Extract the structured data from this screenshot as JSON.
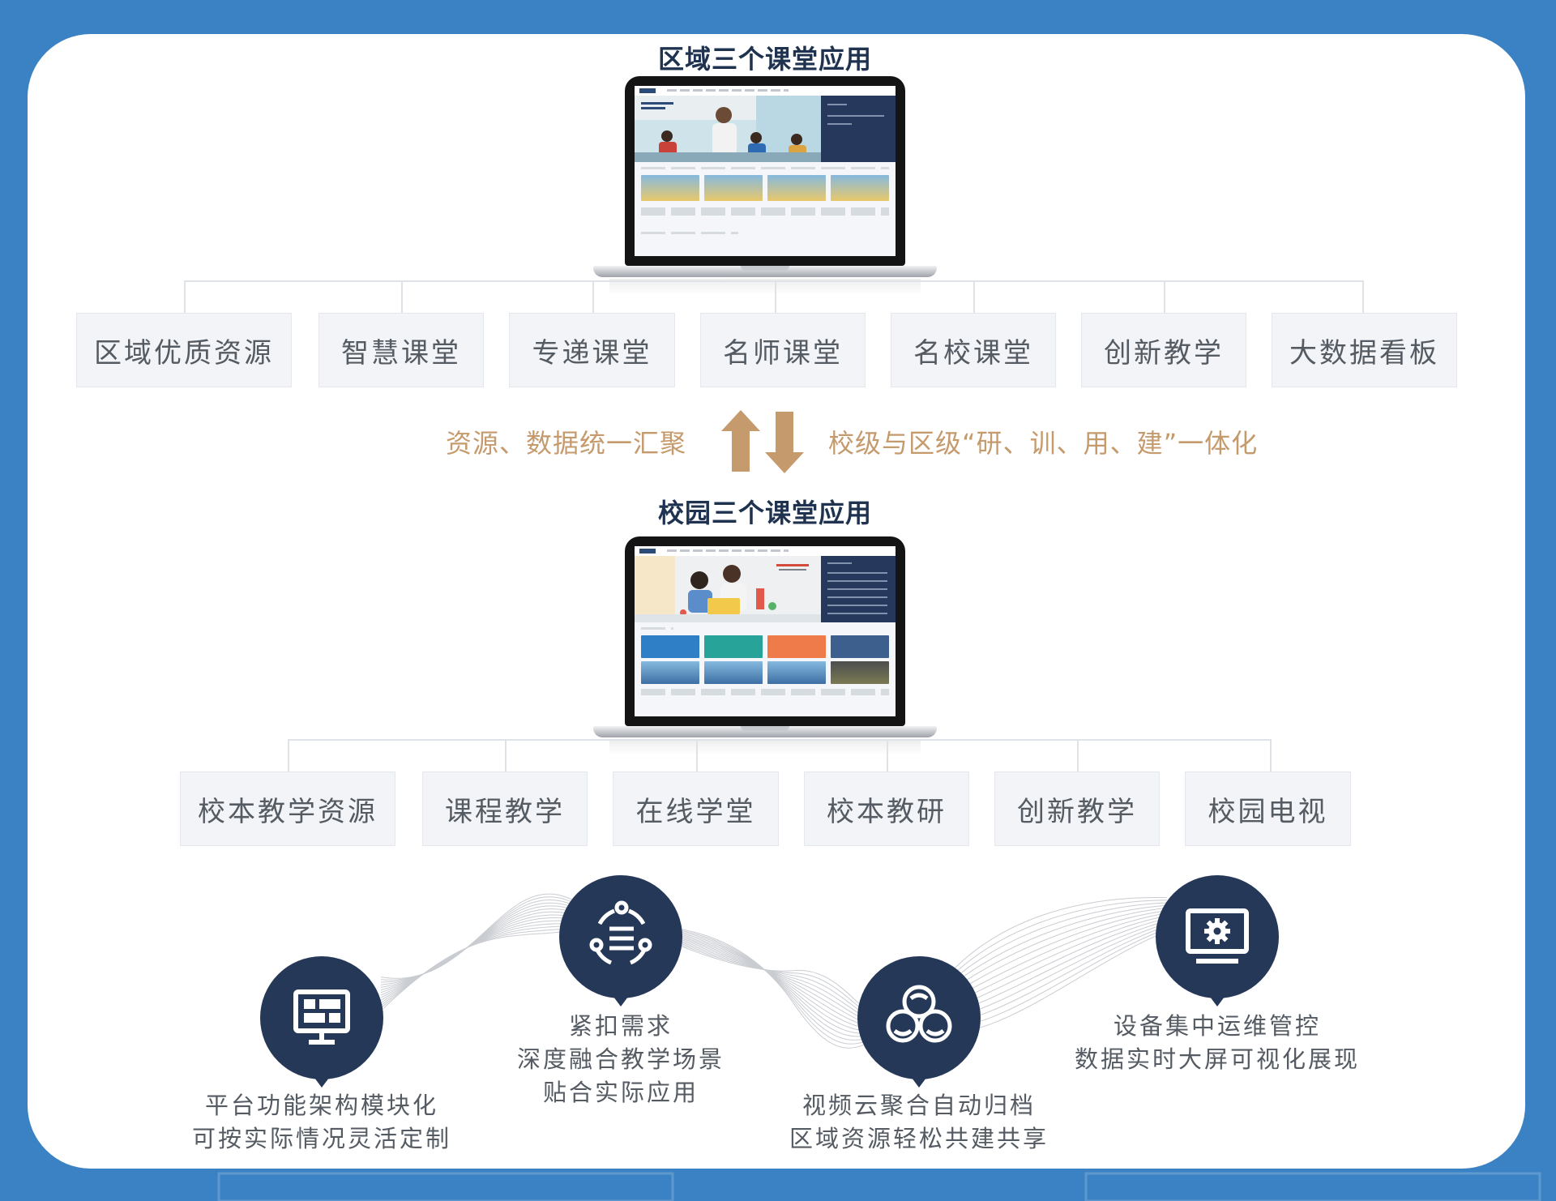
{
  "regional": {
    "title": "区域三个课堂应用",
    "modules": [
      "区域优质资源",
      "智慧课堂",
      "专递课堂",
      "名师课堂",
      "名校课堂",
      "创新教学",
      "大数据看板"
    ]
  },
  "arrows": {
    "up_label": "资源、数据统一汇聚",
    "down_label": "校级与区级“研、训、用、建”一体化"
  },
  "campus": {
    "title": "校园三个课堂应用",
    "modules": [
      "校本教学资源",
      "课程教学",
      "在线学堂",
      "校本教研",
      "创新教学",
      "校园电视"
    ]
  },
  "features": [
    {
      "icon": "dashboard-icon",
      "lines": [
        "平台功能架构模块化",
        "可按实际情况灵活定制"
      ]
    },
    {
      "icon": "list-cycle-icon",
      "lines": [
        "紧扣需求",
        "深度融合教学场景",
        "贴合实际应用"
      ]
    },
    {
      "icon": "cloud-cluster-icon",
      "lines": [
        "视频云聚合自动归档",
        "区域资源轻松共建共享"
      ]
    },
    {
      "icon": "monitor-settings-icon",
      "lines": [
        "设备集中运维管控",
        "数据实时大屏可视化展现"
      ]
    }
  ],
  "colors": {
    "background": "#3b82c4",
    "navy": "#253858",
    "accent_tan": "#c59a6c",
    "box_fill": "#f2f4f7",
    "text_gray": "#555b63"
  }
}
